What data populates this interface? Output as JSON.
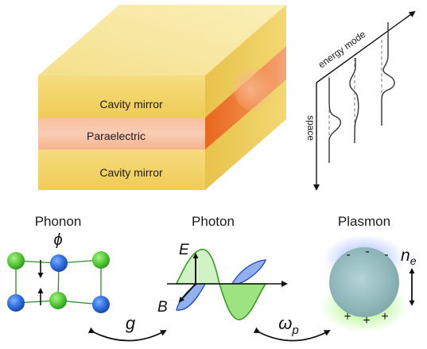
{
  "slab": {
    "top_layer_label": "Cavity mirror",
    "middle_layer_label": "Paraelectric",
    "bottom_layer_label": "Cavity mirror"
  },
  "mode_plot": {
    "axis_energy_label": "energy mode",
    "axis_space_label": "space"
  },
  "panels": {
    "phonon": {
      "title": "Phonon",
      "symbol": "ϕ"
    },
    "photon": {
      "title": "Photon",
      "e_label": "E",
      "b_label": "B"
    },
    "plasmon": {
      "title": "Plasmon",
      "density_label": "n",
      "density_sub": "e",
      "minus_sign": "-",
      "plus_sign": "+"
    }
  },
  "couplings": {
    "g_label": "g",
    "omega_label": "ω",
    "omega_sub": "p"
  },
  "colors": {
    "mirror": "#f3d772",
    "paraelectric": "#f7b08c",
    "paraelectric_side": "#ee7a2e",
    "node_green": "#5bd13c",
    "node_blue": "#2a69d4",
    "wave_green": "#6bd24a",
    "wave_blue": "#5b8be6",
    "plasmon_body": "#8ab4b8"
  }
}
